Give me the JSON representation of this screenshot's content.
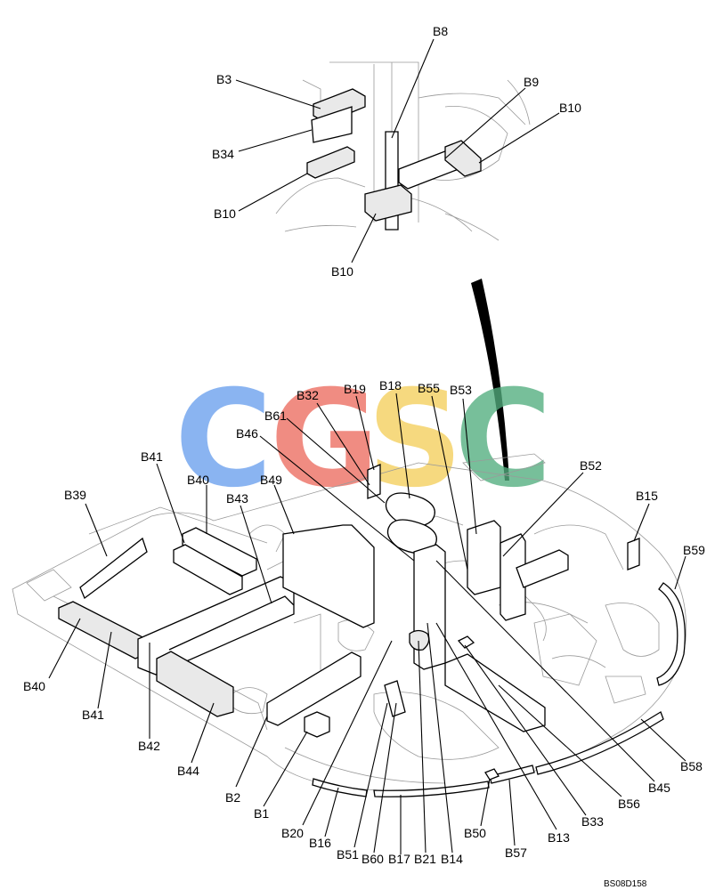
{
  "drawing_code": "BS08D158",
  "watermark": {
    "letters": [
      "C",
      "G",
      "S",
      "C"
    ],
    "colors": [
      "#6aa0ee",
      "#ec6c60",
      "#f4cf5c",
      "#52ae7e"
    ]
  },
  "labels": {
    "B8": "B8",
    "B3": "B3",
    "B9": "B9",
    "B10_a": "B10",
    "B34": "B34",
    "B10_b": "B10",
    "B10_c": "B10",
    "B19": "B19",
    "B18": "B18",
    "B55": "B55",
    "B53": "B53",
    "B32": "B32",
    "B61": "B61",
    "B46": "B46",
    "B41_a": "B41",
    "B40_a": "B40",
    "B52": "B52",
    "B39": "B39",
    "B43": "B43",
    "B49": "B49",
    "B15": "B15",
    "B59": "B59",
    "B40_b": "B40",
    "B41_b": "B41",
    "B42": "B42",
    "B44": "B44",
    "B2": "B2",
    "B1": "B1",
    "B20": "B20",
    "B16": "B16",
    "B51": "B51",
    "B60": "B60",
    "B17": "B17",
    "B21": "B21",
    "B14": "B14",
    "B50": "B50",
    "B57": "B57",
    "B13": "B13",
    "B33": "B33",
    "B56": "B56",
    "B45": "B45",
    "B58": "B58"
  }
}
